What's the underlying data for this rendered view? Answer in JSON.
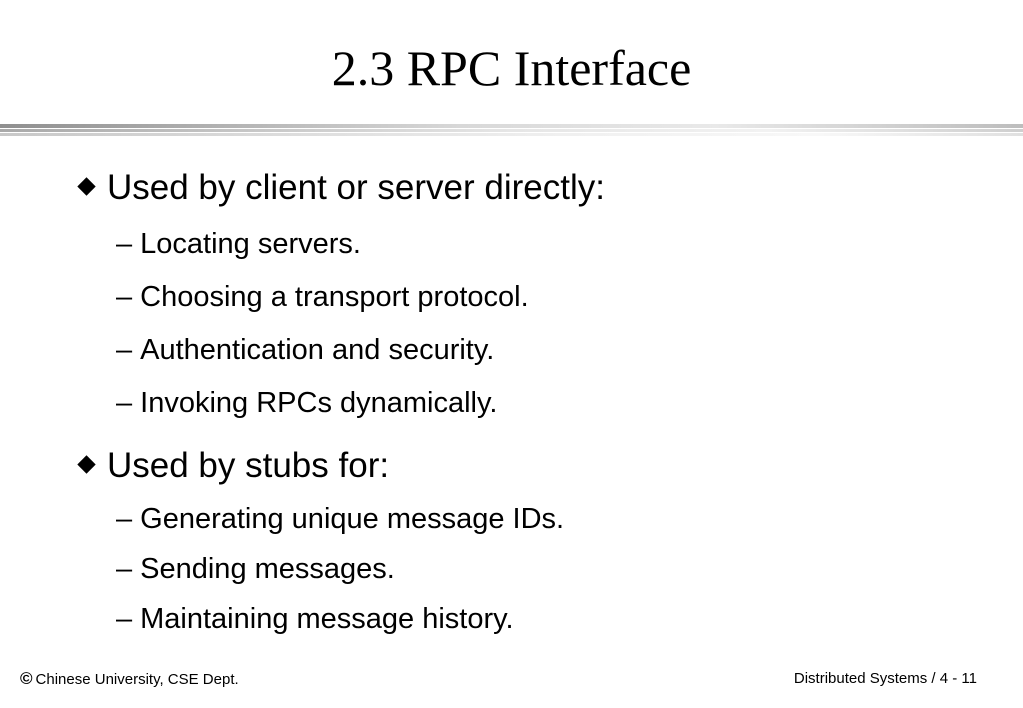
{
  "slide": {
    "title": "2.3 RPC Interface"
  },
  "bullets": [
    {
      "text": "Used by client or server directly:",
      "subitems": [
        "Locating servers.",
        "Choosing a transport protocol.",
        "Authentication and security.",
        "Invoking RPCs dynamically."
      ]
    },
    {
      "text": "Used by stubs for:",
      "subitems": [
        "Generating unique message IDs.",
        "Sending messages.",
        "Maintaining message history."
      ]
    }
  ],
  "symbols": {
    "dash": "–",
    "copyright": "©"
  },
  "footer": {
    "left": "Chinese University, CSE Dept.",
    "right": "Distributed Systems / 4 - 11"
  },
  "icons": {
    "bullet": "diamond-bullet-icon"
  }
}
